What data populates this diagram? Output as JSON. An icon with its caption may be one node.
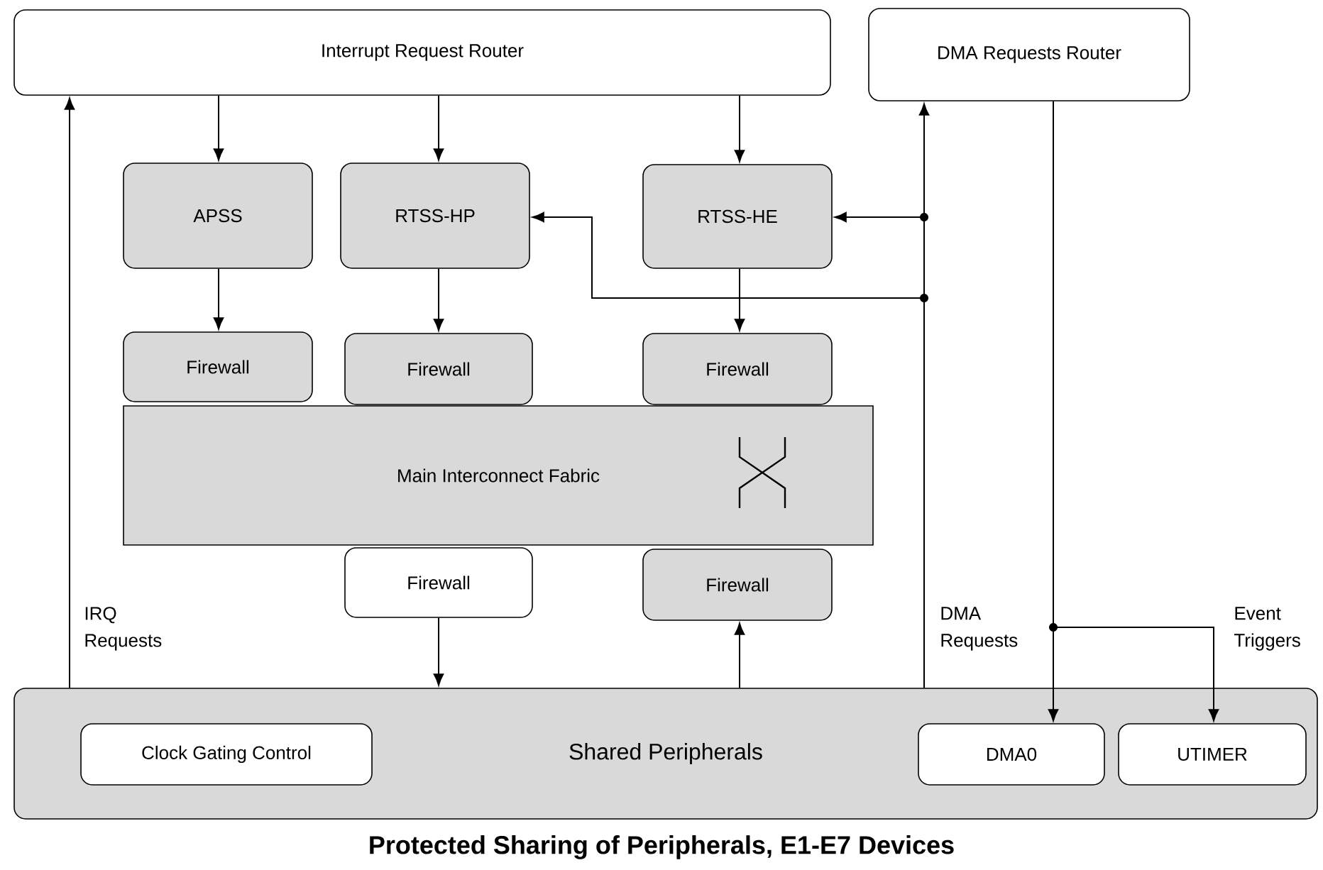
{
  "diagram": {
    "title": "Protected Sharing of Peripherals, E1-E7 Devices",
    "nodes": [
      {
        "text": [
          "Interrupt Request Router"
        ]
      },
      {
        "text": [
          "DMA Requests Router"
        ]
      },
      {
        "text": [
          "APSS"
        ]
      },
      {
        "text": [
          "RTSS-HP"
        ]
      },
      {
        "text": [
          "RTSS-HE"
        ]
      },
      {
        "text": [
          "Firewall"
        ]
      },
      {
        "text": [
          "Firewall"
        ]
      },
      {
        "text": [
          "Firewall"
        ]
      },
      {
        "text": [
          "Main Interconnect Fabric"
        ]
      },
      {
        "text": [
          "Firewall"
        ]
      },
      {
        "text": [
          "Firewall"
        ]
      },
      {
        "text": [
          "Shared Peripherals"
        ]
      },
      {
        "text": [
          "Clock Gating Control"
        ],
        "in": 11
      },
      {
        "text": [
          "DMA0"
        ],
        "in": 11
      },
      {
        "text": [
          "UTIMER"
        ],
        "in": 11
      }
    ],
    "edges": [
      {
        "from": 0,
        "to": 2,
        "arrow": "to"
      },
      {
        "from": 0,
        "to": 3,
        "arrow": "to"
      },
      {
        "from": 0,
        "to": 4,
        "arrow": "to"
      },
      {
        "from": 2,
        "to": 5,
        "arrow": "to"
      },
      {
        "from": 3,
        "to": 6,
        "arrow": "to"
      },
      {
        "from": 4,
        "to": 7,
        "arrow": "to"
      },
      {
        "from": 9,
        "to": 11,
        "arrow": "to"
      },
      {
        "from": 11,
        "to": 10,
        "arrow": "to"
      },
      {
        "from": 11,
        "to": 0,
        "arrow": "to",
        "label": "IRQ Requests"
      },
      {
        "from": 11,
        "to": 1,
        "arrow": "to",
        "label": "DMA Requests"
      },
      {
        "from": 11,
        "to": 4,
        "arrow": "to"
      },
      {
        "from": 11,
        "to": 3,
        "arrow": "to"
      },
      {
        "from": 1,
        "to": 13,
        "arrow": "to"
      },
      {
        "from": 1,
        "to": 14,
        "arrow": "to",
        "label": "Event Triggers"
      }
    ]
  }
}
